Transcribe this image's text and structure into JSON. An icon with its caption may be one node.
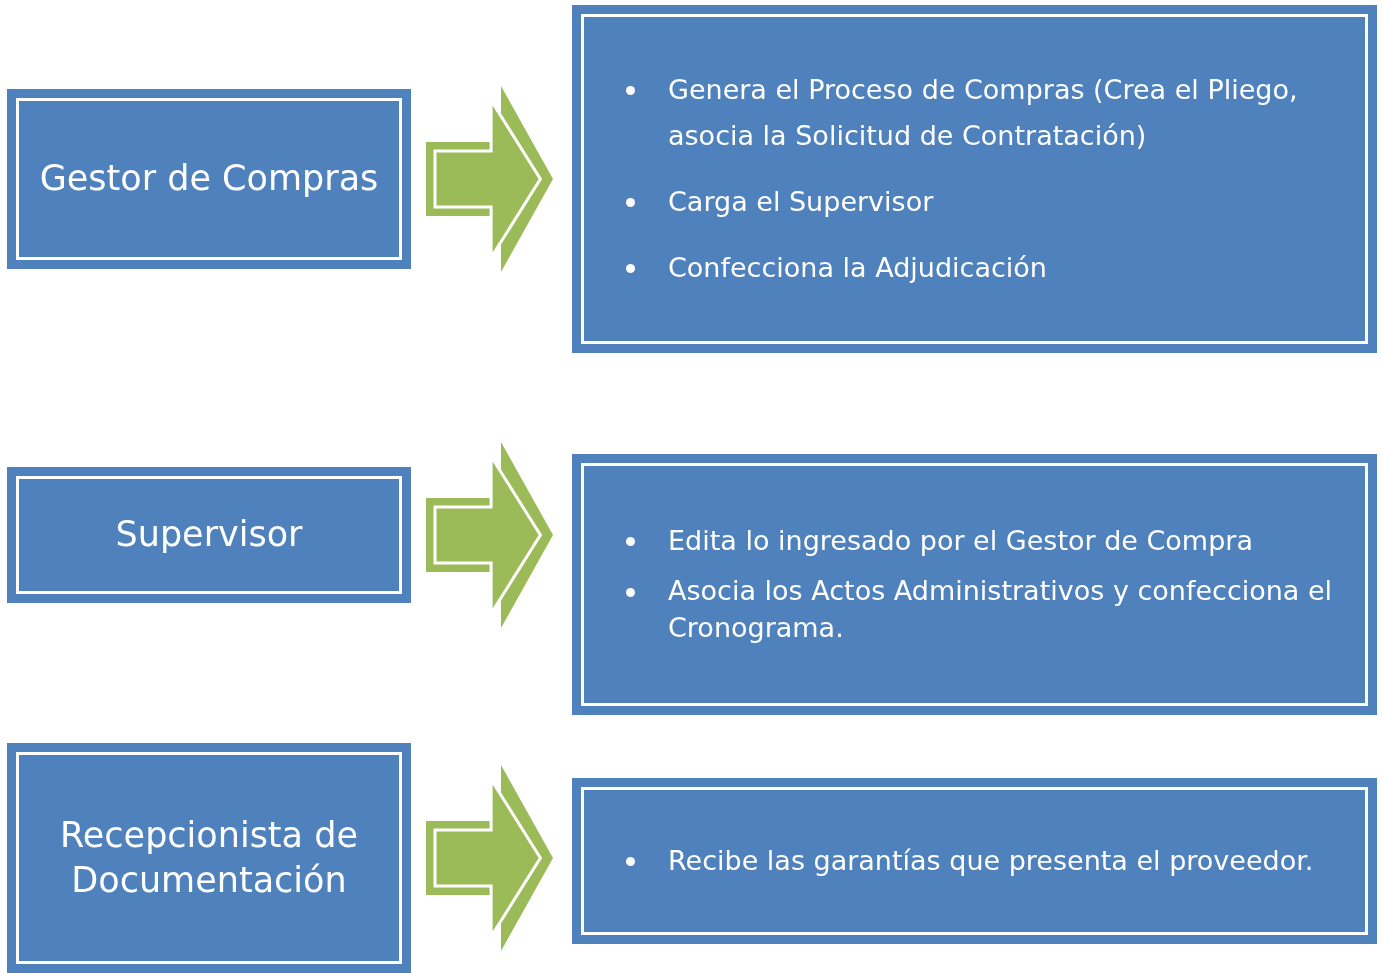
{
  "diagram": {
    "nodes": [
      {
        "text": [
          "Gestor de Compras"
        ]
      },
      {
        "text": [
          "Genera el Proceso de Compras (Crea el Pliego, asocia la Solicitud de Contratación)",
          "Carga el Supervisor",
          "Confecciona la Adjudicación"
        ]
      },
      {
        "text": [
          "Supervisor"
        ]
      },
      {
        "text": [
          "Edita lo ingresado por el Gestor de Compra",
          "Asocia los Actos Administrativos y confecciona el Cronograma."
        ]
      },
      {
        "text": [
          "Recepcionista de Documentación"
        ]
      },
      {
        "text": [
          "Recibe las garantías que presenta el proveedor."
        ]
      }
    ],
    "edges": [
      {
        "from": 0,
        "to": 1,
        "arrow": "to"
      },
      {
        "from": 2,
        "to": 3,
        "arrow": "to"
      },
      {
        "from": 4,
        "to": 5,
        "arrow": "to"
      }
    ]
  }
}
